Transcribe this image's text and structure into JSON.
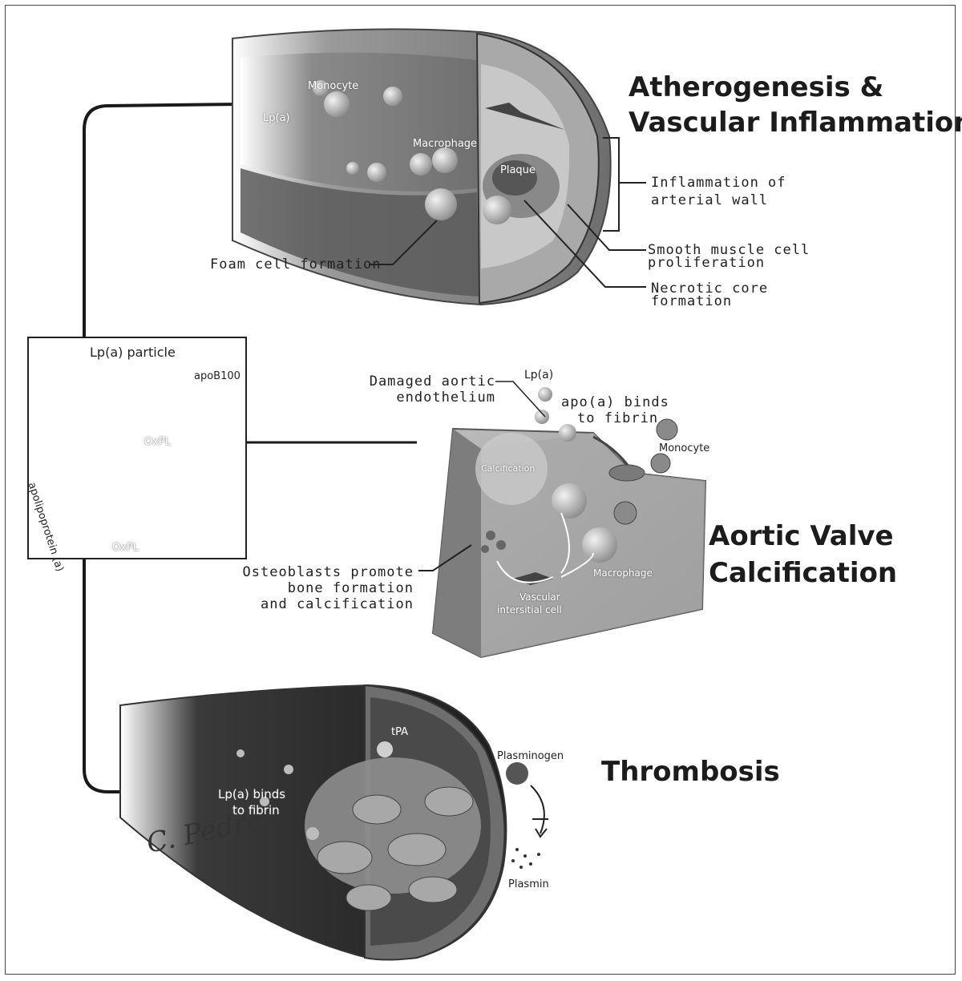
{
  "titles": {
    "atherogenesis_line1": "Atherogenesis &",
    "atherogenesis_line2": "Vascular Inflammation",
    "aortic_line1": "Aortic Valve",
    "aortic_line2": "Calcification",
    "thrombosis": "Thrombosis"
  },
  "artery": {
    "inline": {
      "monocyte": "Monocyte",
      "lpa": "Lp(a)",
      "macrophage": "Macrophage",
      "plaque": "Plaque"
    },
    "callouts": {
      "inflammation_line1": "Inflammation of",
      "inflammation_line2": "arterial wall",
      "smooth_line1": "Smooth muscle cell",
      "smooth_line2": "proliferation",
      "necrotic_line1": "Necrotic core",
      "necrotic_line2": "formation",
      "foam": "Foam cell formation"
    }
  },
  "particle": {
    "title": "Lp(a) particle",
    "apob100": "apoB100",
    "oxpl_center": "OxPL",
    "oxpl_bottom": "OxPL",
    "apolipoprotein": "apolipoprotein (a)"
  },
  "valve": {
    "damaged_line1": "Damaged aortic",
    "damaged_line2": "endothelium",
    "lpa": "Lp(a)",
    "binds_line1": "apo(a) binds",
    "binds_line2": "to fibrin",
    "monocyte": "Monocyte",
    "calcification": "Calcification",
    "macrophage": "Macrophage",
    "vic_line1": "Vascular",
    "vic_line2": "intersitial cell",
    "osteo_line1": "Osteoblasts promote",
    "osteo_line2": "bone formation",
    "osteo_line3": "and calcification"
  },
  "thrombus": {
    "tpa": "tPA",
    "plasminogen": "Plasminogen",
    "plasmin": "Plasmin",
    "binds_line1": "Lp(a) binds",
    "binds_line2": "to fibrin"
  },
  "signature": "C. Pedra"
}
